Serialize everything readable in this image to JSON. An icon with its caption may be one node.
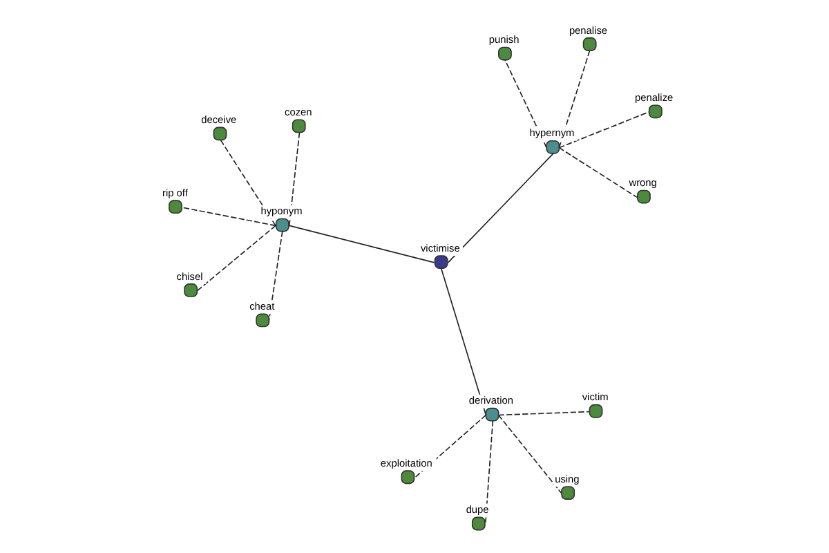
{
  "diagram": {
    "nodes": [
      {
        "text": [
          "victimise"
        ]
      },
      {
        "text": [
          "hyponym"
        ]
      },
      {
        "text": [
          "derivation"
        ]
      },
      {
        "text": [
          "hypernym"
        ]
      },
      {
        "text": [
          "cozen"
        ]
      },
      {
        "text": [
          "deceive"
        ]
      },
      {
        "text": [
          "rip off"
        ]
      },
      {
        "text": [
          "cheat"
        ]
      },
      {
        "text": [
          "chisel"
        ]
      },
      {
        "text": [
          "using"
        ]
      },
      {
        "text": [
          "dupe"
        ]
      },
      {
        "text": [
          "exploitation"
        ]
      },
      {
        "text": [
          "victim"
        ]
      },
      {
        "text": [
          "penalise"
        ]
      },
      {
        "text": [
          "punish"
        ]
      },
      {
        "text": [
          "penalize"
        ]
      },
      {
        "text": [
          "wrong"
        ]
      }
    ],
    "edges": [
      {
        "from": 0,
        "to": 1,
        "arrow": "none"
      },
      {
        "from": 0,
        "to": 2,
        "arrow": "none"
      },
      {
        "from": 0,
        "to": 3,
        "arrow": "none"
      },
      {
        "from": 1,
        "to": 4,
        "arrow": "none",
        "style": "dashed"
      },
      {
        "from": 1,
        "to": 5,
        "arrow": "none",
        "style": "dashed"
      },
      {
        "from": 1,
        "to": 6,
        "arrow": "none",
        "style": "dashed"
      },
      {
        "from": 1,
        "to": 7,
        "arrow": "none",
        "style": "dashed"
      },
      {
        "from": 1,
        "to": 8,
        "arrow": "none",
        "style": "dashed"
      },
      {
        "from": 2,
        "to": 9,
        "arrow": "none",
        "style": "dashed"
      },
      {
        "from": 2,
        "to": 10,
        "arrow": "none",
        "style": "dashed"
      },
      {
        "from": 2,
        "to": 11,
        "arrow": "none",
        "style": "dashed"
      },
      {
        "from": 2,
        "to": 12,
        "arrow": "none",
        "style": "dashed"
      },
      {
        "from": 3,
        "to": 13,
        "arrow": "none",
        "style": "dashed"
      },
      {
        "from": 3,
        "to": 14,
        "arrow": "none",
        "style": "dashed"
      },
      {
        "from": 3,
        "to": 15,
        "arrow": "none",
        "style": "dashed"
      },
      {
        "from": 3,
        "to": 16,
        "arrow": "none",
        "style": "dashed"
      }
    ]
  }
}
